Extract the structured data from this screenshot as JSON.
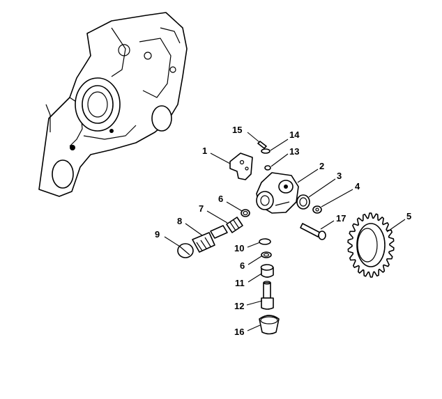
{
  "diagram": {
    "callouts": [
      {
        "id": "c15",
        "label": "15"
      },
      {
        "id": "c14",
        "label": "14"
      },
      {
        "id": "c13",
        "label": "13"
      },
      {
        "id": "c1",
        "label": "1"
      },
      {
        "id": "c2",
        "label": "2"
      },
      {
        "id": "c3",
        "label": "3"
      },
      {
        "id": "c4",
        "label": "4"
      },
      {
        "id": "c5",
        "label": "5"
      },
      {
        "id": "c6a",
        "label": "6"
      },
      {
        "id": "c7",
        "label": "7"
      },
      {
        "id": "c8",
        "label": "8"
      },
      {
        "id": "c9",
        "label": "9"
      },
      {
        "id": "c10",
        "label": "10"
      },
      {
        "id": "c6b",
        "label": "6"
      },
      {
        "id": "c11",
        "label": "11"
      },
      {
        "id": "c12",
        "label": "12"
      },
      {
        "id": "c16",
        "label": "16"
      },
      {
        "id": "c17",
        "label": "17"
      }
    ]
  }
}
